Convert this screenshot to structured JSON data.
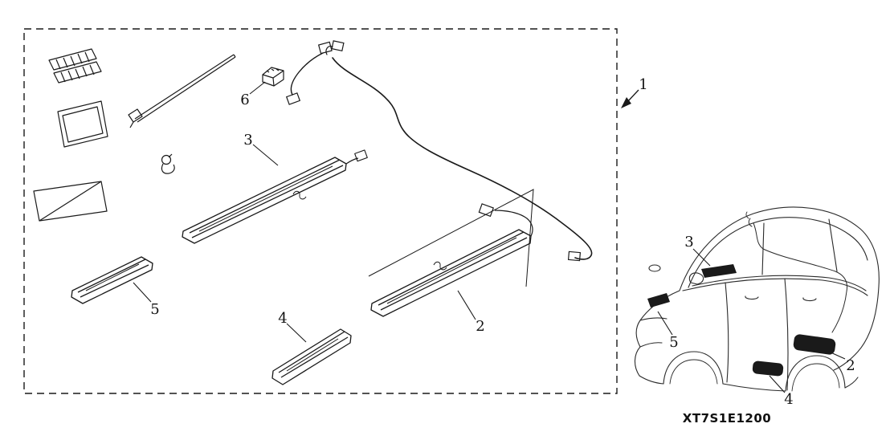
{
  "part_code": "XT7S1E1200",
  "exploded_view": {
    "callout_1": "1",
    "callout_2": "2",
    "callout_3": "3",
    "callout_4": "4",
    "callout_5": "5",
    "callout_6": "6"
  },
  "car_view": {
    "callout_2": "2",
    "callout_3": "3",
    "callout_4": "4",
    "callout_5": "5"
  },
  "colors": {
    "line": "#1a1a1a",
    "background": "#ffffff",
    "fill_marker": "#1a1a1a"
  }
}
